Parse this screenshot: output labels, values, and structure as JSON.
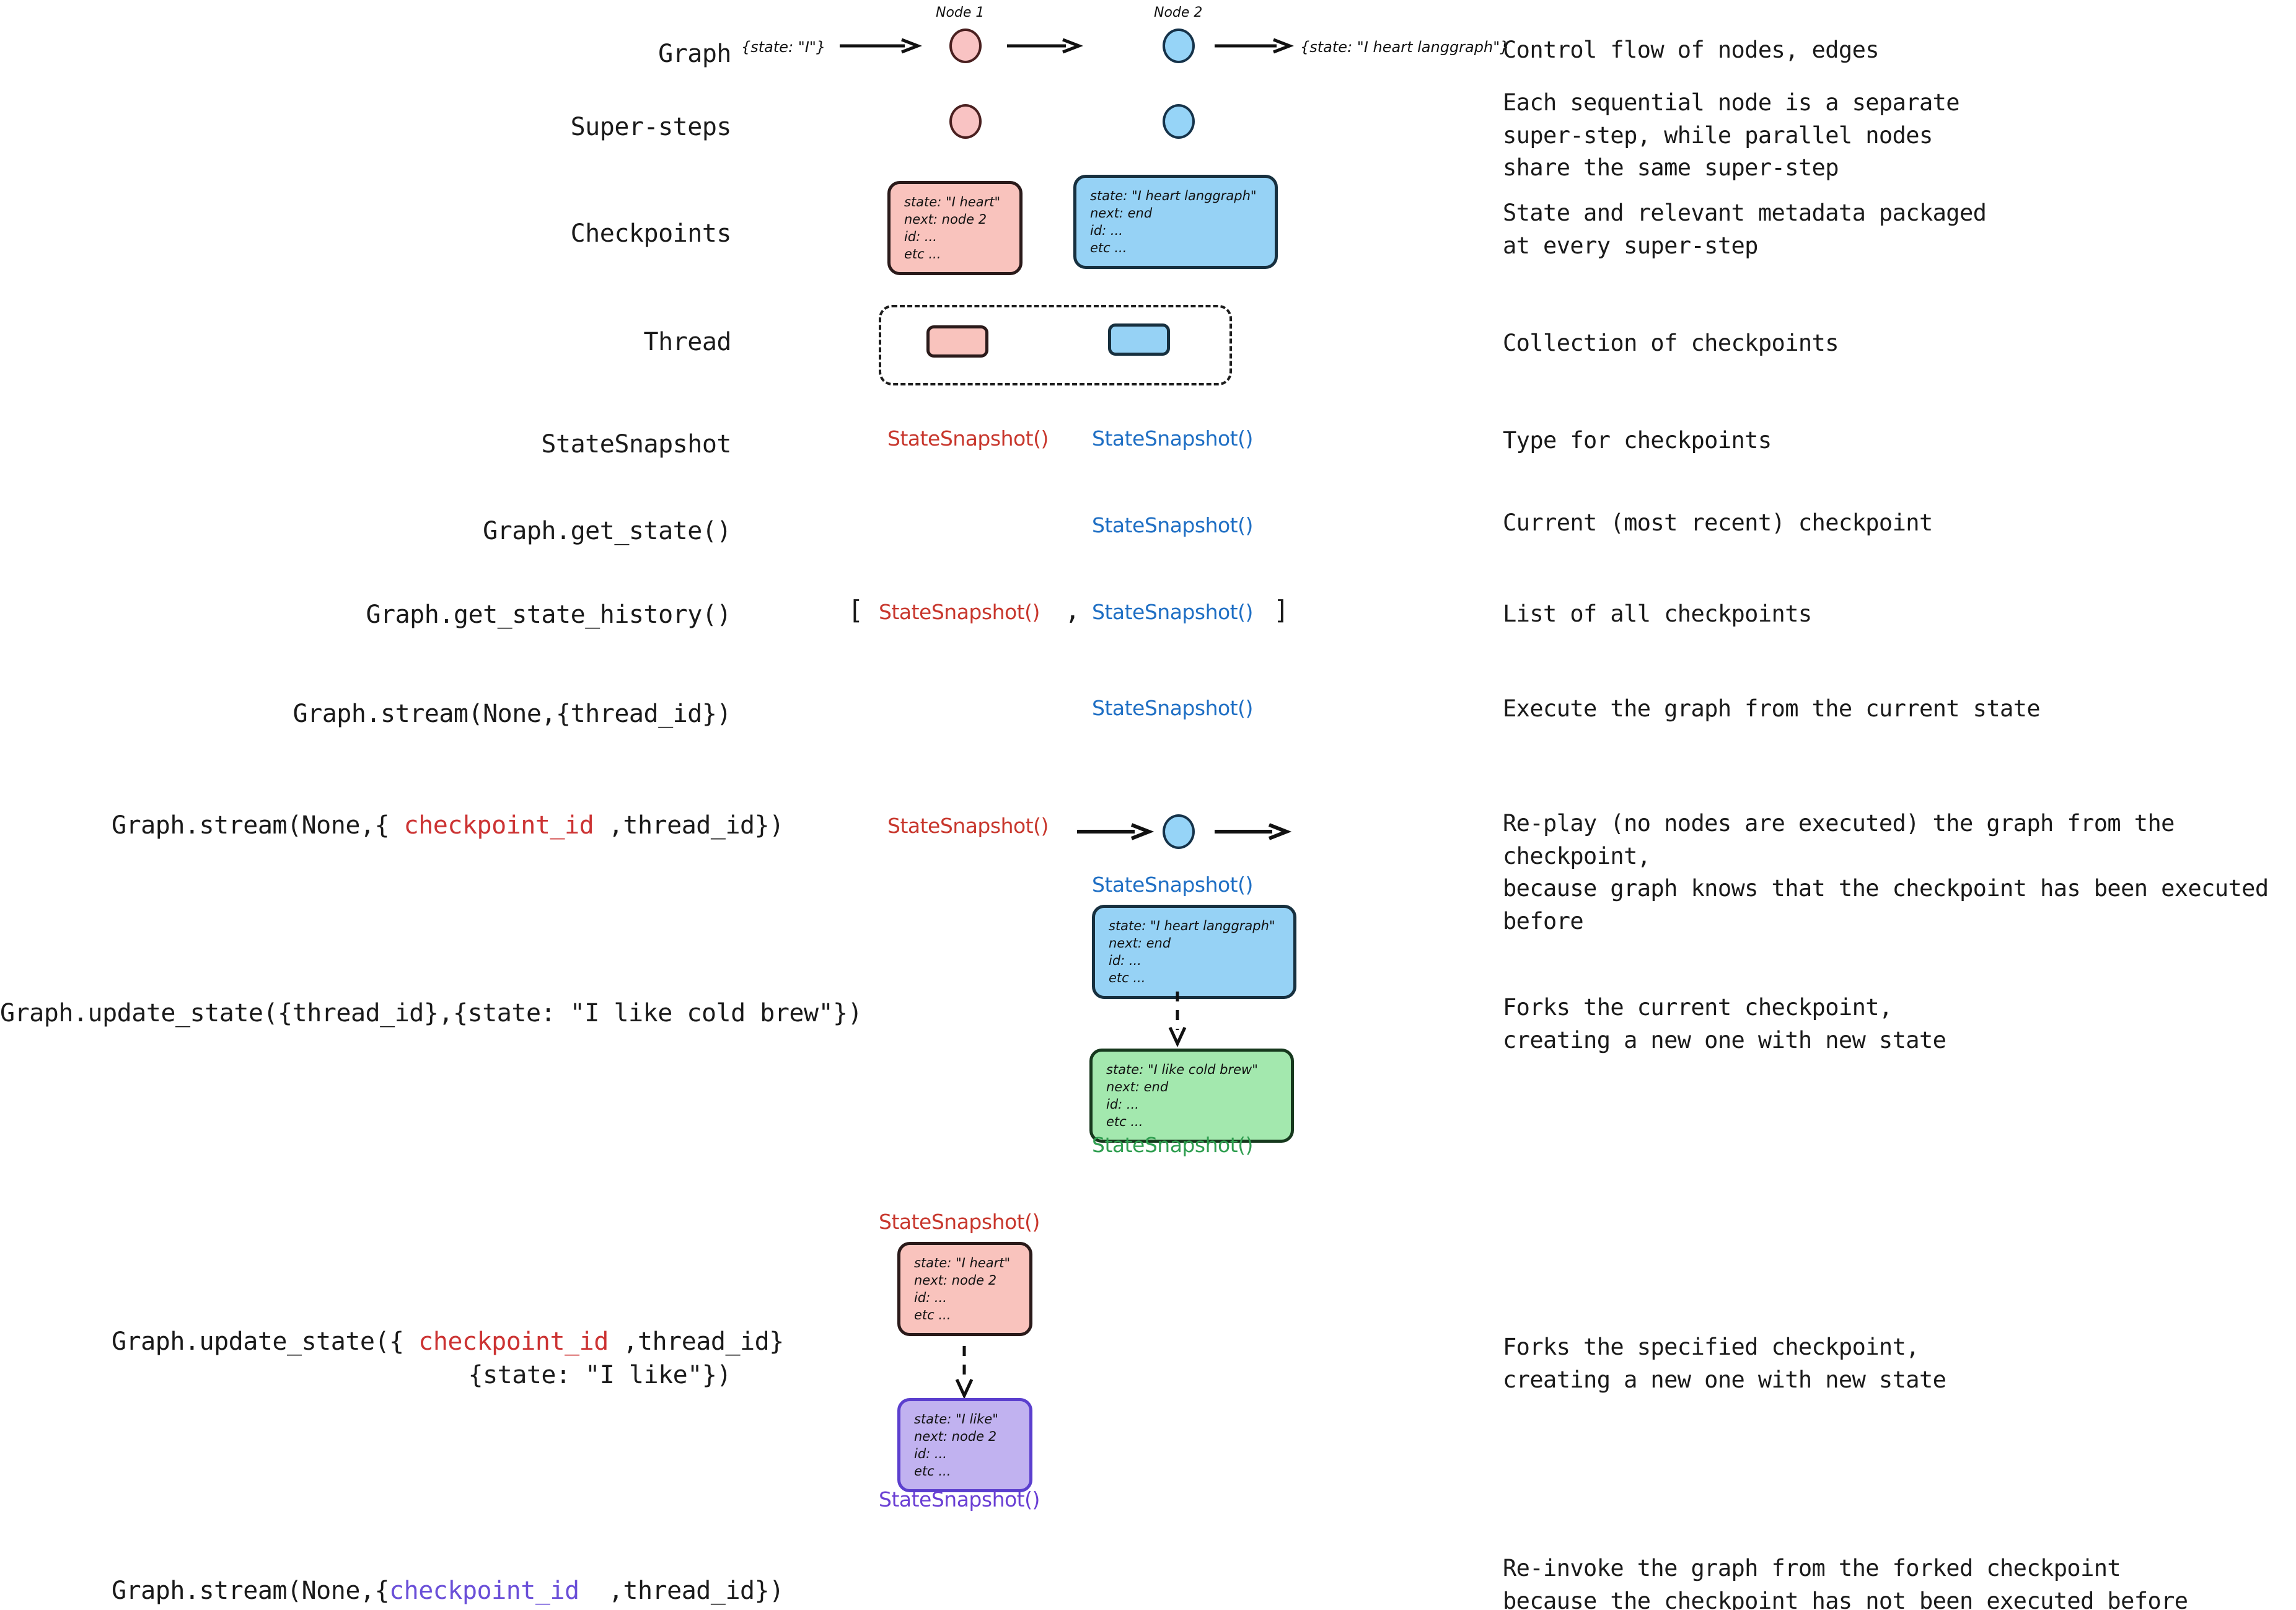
{
  "rows": [
    {
      "key": "graph",
      "label": "Graph",
      "desc": "Control flow of nodes, edges"
    },
    {
      "key": "super_steps",
      "label": "Super-steps",
      "desc": "Each sequential node is a separate\nsuper-step, while parallel nodes\nshare the same super-step"
    },
    {
      "key": "checkpoints",
      "label": "Checkpoints",
      "desc": "State and relevant metadata packaged\nat every super-step"
    },
    {
      "key": "thread",
      "label": "Thread",
      "desc": "Collection of checkpoints"
    },
    {
      "key": "statesnapshot",
      "label": "StateSnapshot",
      "desc": "Type for checkpoints"
    },
    {
      "key": "get_state",
      "label": "Graph.get_state()",
      "desc": "Current (most recent) checkpoint"
    },
    {
      "key": "get_state_history",
      "label": "Graph.get_state_history()",
      "desc": "List of all checkpoints"
    },
    {
      "key": "stream_thread",
      "label": "Graph.stream(None,{thread_id})",
      "desc": "Execute the graph from the current state"
    },
    {
      "key": "stream_checkpoint",
      "label": "Graph.stream(None,{ checkpoint_id ,thread_id})",
      "desc": "Re-play (no nodes are executed) the graph from the checkpoint,\nbecause graph knows that the checkpoint has been executed before"
    },
    {
      "key": "update_state_thread",
      "label": "Graph.update_state({thread_id},{state: \"I like cold brew\"})",
      "desc": "Forks the current checkpoint,\ncreating a new one with new state"
    },
    {
      "key": "update_state_ckpt",
      "label": "Graph.update_state({ checkpoint_id ,thread_id}\n{state: \"I like\"})",
      "desc": "Forks the specified checkpoint,\ncreating a new one with new state"
    },
    {
      "key": "stream_forked",
      "label": "Graph.stream(None,{checkpoint_id  ,thread_id})",
      "desc": "Re-invoke the graph from the forked checkpoint\nbecause the checkpoint has not been executed before"
    }
  ],
  "labels": {
    "graph": "Graph",
    "super_steps": "Super-steps",
    "checkpoints": "Checkpoints",
    "thread": "Thread",
    "statesnapshot": "StateSnapshot",
    "get_state": "Graph.get_state()",
    "get_state_history": "Graph.get_state_history()",
    "stream_thread": "Graph.stream(None,{thread_id})",
    "update_state_thread": "Graph.update_state({thread_id},{state: \"I like cold brew\"})"
  },
  "label_parts": {
    "stream_checkpoint": {
      "pre": "Graph.stream(None,{ ",
      "ckpt": "checkpoint_id",
      "post": " ,thread_id})"
    },
    "update_state_ckpt": {
      "pre": "Graph.update_state({ ",
      "ckpt": "checkpoint_id",
      "post": " ,thread_id}",
      "line2": "{state: \"I like\"})"
    },
    "stream_forked": {
      "pre": "Graph.stream(None,{",
      "ckpt": "checkpoint_id",
      "post": "  ,thread_id})"
    }
  },
  "descriptions": {
    "graph": "Control flow of nodes, edges",
    "super_steps": "Each sequential node is a separate\nsuper-step, while parallel nodes\nshare the same super-step",
    "checkpoints": "State and relevant metadata packaged\nat every super-step",
    "thread": "Collection of checkpoints",
    "statesnapshot": "Type for checkpoints",
    "get_state": "Current (most recent) checkpoint",
    "get_state_history": "List of all checkpoints",
    "stream_thread": "Execute the graph from the current state",
    "stream_checkpoint": "Re-play (no nodes are executed) the graph from the checkpoint,\nbecause graph knows that the checkpoint has been executed before",
    "update_state_thread": "Forks the current checkpoint,\ncreating a new one with new state",
    "update_state_ckpt": "Forks the specified checkpoint,\ncreating a new one with new state",
    "stream_forked": "Re-invoke the graph from the forked checkpoint\nbecause the checkpoint has not been executed before"
  },
  "graph_row": {
    "node1_label": "Node 1",
    "node2_label": "Node 2",
    "state_in": "{state: \"I\"}",
    "state_out": "{state: \"I heart langgraph\"}"
  },
  "checkpoint_cards": {
    "pink_node1": "state: \"I heart\"\nnext: node 2\nid: ...\netc ...",
    "blue_node2": "state: \"I heart langgraph\"\nnext: end\nid: ...\netc ...",
    "blue_replay": "state: \"I heart langgraph\"\nnext: end\nid: ...\netc ...",
    "green_fork": "state: \"I like cold brew\"\nnext: end\nid: ...\netc ...",
    "pink_fork_source": "state: \"I heart\"\nnext: node 2\nid: ...\netc ...",
    "purple_fork": "state: \"I like\"\nnext: node 2\nid: ...\netc ..."
  },
  "snapshot_label": "StateSnapshot()",
  "list_brackets": {
    "open": "[",
    "comma": ",",
    "close": "]"
  },
  "colors": {
    "pink_fill": "#f9c3bd",
    "blue_fill": "#96d2f5",
    "green_fill": "#a3e8ae",
    "purple_fill": "#c1b2f0",
    "snapshot_red": "#c8372d",
    "snapshot_blue": "#1f6fc4",
    "snapshot_green": "#2f9e50",
    "snapshot_purple": "#6a3fd4",
    "checkpoint_id_red": "#cc3333",
    "checkpoint_id_purple": "#6a4fd8",
    "ink": "#1a1a1a"
  }
}
